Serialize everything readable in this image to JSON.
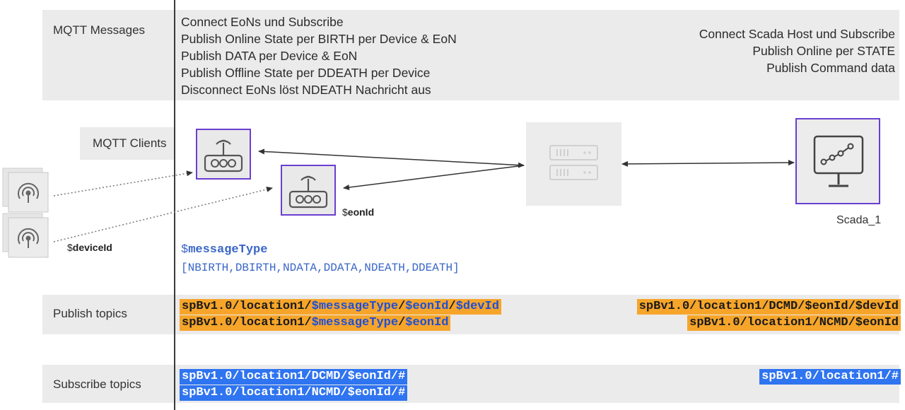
{
  "labels": {
    "mqtt_messages": "MQTT Messages",
    "mqtt_clients": "MQTT Clients",
    "publish_topics": "Publish topics",
    "subscribe_topics": "Subscribe topics"
  },
  "edge_messages": [
    "Connect EoNs  und Subscribe",
    "Publish Online State per BIRTH per Device & EoN",
    "Publish DATA per Device & EoN",
    "Publish Offline State per DDEATH per Device",
    "Disconnect EoNs löst NDEATH Nachricht aus"
  ],
  "scada_messages": [
    "Connect Scada  Host und Subscribe",
    "Publish Online per STATE",
    "Publish Command data"
  ],
  "nodes": {
    "device_id": "deviceId",
    "device_prefix": "$",
    "eon_id": "eonId",
    "eon_prefix": "$",
    "scada": "Scada_1"
  },
  "message_type": {
    "prefix": "$",
    "name": "messageType",
    "list": "[NBIRTH,DBIRTH,NDATA,DDATA,NDEATH,DDEATH]"
  },
  "publish_topics_edge": [
    {
      "base": "spBv1.0/location1/",
      "var1": "$messageType",
      "sep1": "/",
      "var2": "$eonId",
      "sep2": "/",
      "var3": "$devId"
    },
    {
      "base": "spBv1.0/location1/",
      "var1": "$messageType",
      "sep1": "/",
      "var2": "$eonId",
      "sep2": "",
      "var3": ""
    }
  ],
  "publish_topics_scada": [
    "spBv1.0/location1/DCMD/$eonId/$devId",
    "spBv1.0/location1/NCMD/$eonId"
  ],
  "subscribe_topics_edge": [
    "spBv1.0/location1/DCMD/$eonId/#",
    "spBv1.0/location1/NCMD/$eonId/#"
  ],
  "subscribe_topics_scada": [
    "spBv1.0/location1/#"
  ],
  "colors": {
    "band": "#ebebeb",
    "topic_orange": "#f6a52a",
    "topic_blue": "#2f74f0",
    "accent_purple": "#6a3fd1",
    "variable_blue": "#3a66c8"
  },
  "icons": {
    "sensor": "wireless-sensor-icon",
    "gateway": "edge-gateway-icon",
    "broker": "server-icon",
    "scada": "monitor-chart-icon"
  }
}
